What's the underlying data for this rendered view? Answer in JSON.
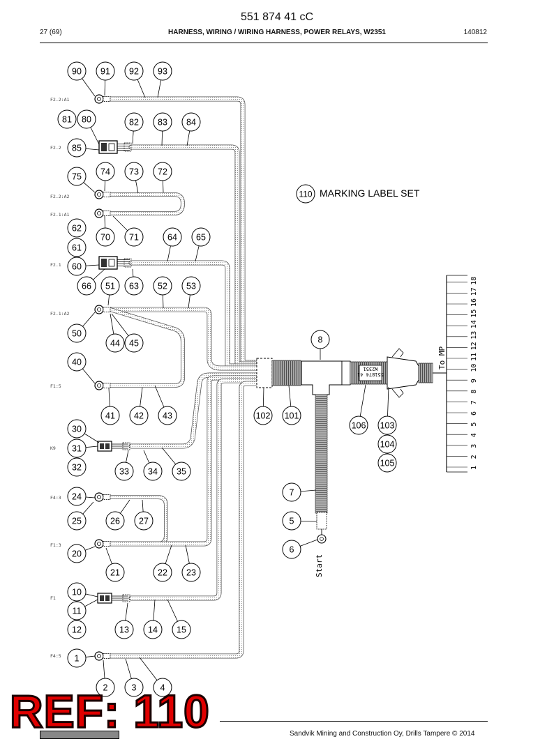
{
  "header": {
    "part_number": "551 874 41 cC",
    "page": "27 (69)",
    "title": "HARNESS, WIRING / WIRING HARNESS, POWER RELAYS, W2351",
    "date": "140812"
  },
  "callouts": [
    "90",
    "91",
    "92",
    "93",
    "81",
    "80",
    "82",
    "83",
    "84",
    "85",
    "75",
    "74",
    "73",
    "72",
    "62",
    "61",
    "60",
    "70",
    "71",
    "64",
    "65",
    "66",
    "51",
    "63",
    "52",
    "53",
    "50",
    "44",
    "45",
    "40",
    "41",
    "42",
    "43",
    "30",
    "31",
    "32",
    "33",
    "34",
    "35",
    "24",
    "25",
    "26",
    "27",
    "20",
    "21",
    "22",
    "23",
    "10",
    "11",
    "12",
    "13",
    "14",
    "15",
    "1",
    "2",
    "3",
    "4",
    "8",
    "102",
    "101",
    "106",
    "103",
    "104",
    "105",
    "7",
    "5",
    "6"
  ],
  "marking_label": {
    "number": "110",
    "text": "MARKING LABEL SET"
  },
  "wire_tags": [
    "F2.2:A1",
    "F2.2",
    "F2.2:A2",
    "F2.1:A1",
    "F2.1",
    "F2.1:A2",
    "F1:5",
    "K9",
    "F4:3",
    "F1:3",
    "F1",
    "F4:5"
  ],
  "sleeve_text": [
    "W2351",
    "551874 41"
  ],
  "start_label": "Start",
  "to_mp_label": "To MP",
  "terminal_numbers": [
    "1",
    "2",
    "3",
    "4",
    "5",
    "6",
    "7",
    "8",
    "9",
    "10",
    "11",
    "12",
    "13",
    "14",
    "15",
    "16",
    "17",
    "18"
  ],
  "watermark": "REF: 110",
  "footer": {
    "text": "Sandvik Mining and Construction Oy, Drills Tampere © 2014"
  }
}
